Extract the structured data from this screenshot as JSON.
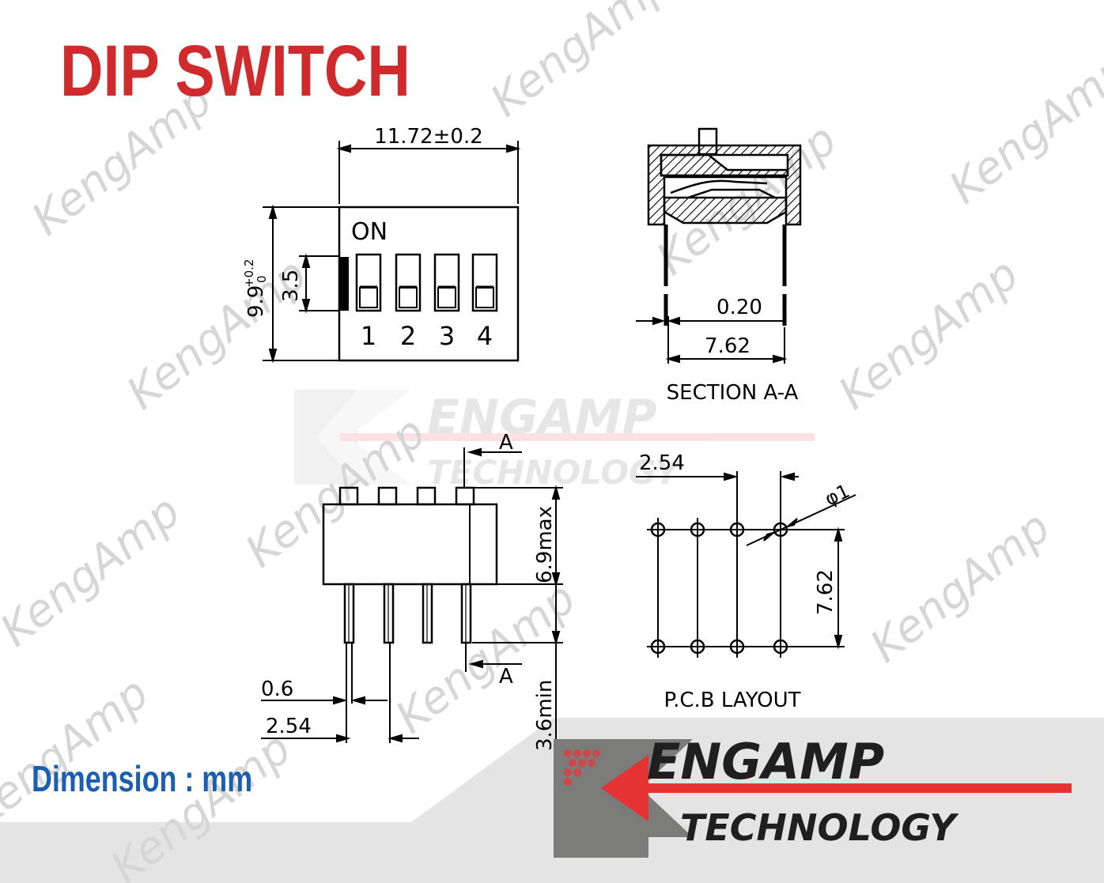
{
  "title": "DIP SWITCH",
  "unit_note": "Dimension : mm",
  "watermark": "KengAmp",
  "top_view": {
    "width_dim": "11.72±0.2",
    "height_dim_main": "9.9",
    "height_dim_tol_upper": "+0.2",
    "height_dim_tol_lower": "0",
    "slot_dim": "3.5",
    "on_label": "ON",
    "switch_numbers": [
      "1",
      "2",
      "3",
      "4"
    ]
  },
  "section": {
    "pin_thickness": "0.20",
    "row_spacing": "7.62",
    "caption": "SECTION  A-A"
  },
  "side_view": {
    "section_mark_top": "A",
    "section_mark_bottom": "A",
    "height_dim": "6.9max",
    "pin_length_dim": "3.6min",
    "pin_width_dim": "0.6",
    "pitch_dim": "2.54"
  },
  "pcb": {
    "pitch_dim": "2.54",
    "hole_dim": "φ1",
    "row_spacing": "7.62",
    "caption": "P.C.B LAYOUT"
  },
  "logo": {
    "name": "ENGAMP",
    "subtitle": "TECHNOLOGY"
  },
  "colors": {
    "title_red": "#cf2b2c",
    "unit_blue": "#1b5fb0",
    "logo_red": "#e53232",
    "logo_gray": "#7d7d7b",
    "banner_gray": "#e3e3e3"
  }
}
